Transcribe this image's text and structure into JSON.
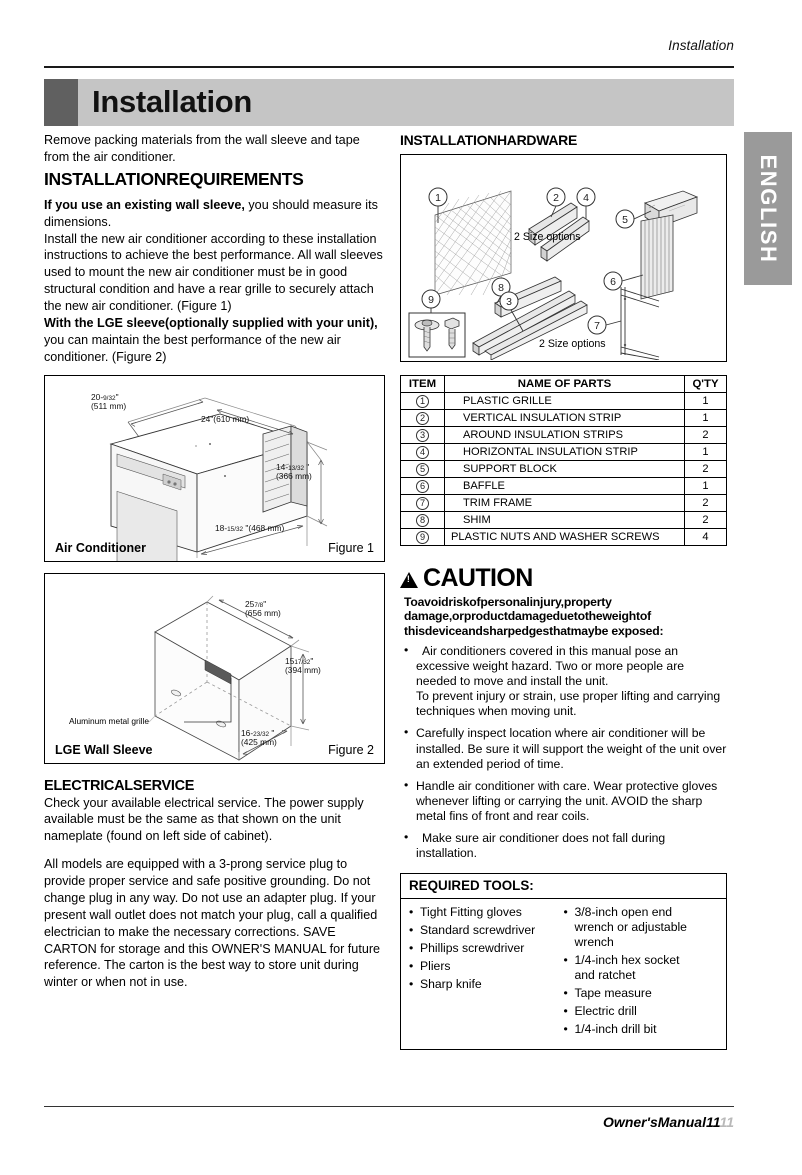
{
  "header": {
    "running_title": "Installation",
    "chapter_title": "Installation"
  },
  "side_tab": {
    "label": "ENGLISH"
  },
  "footer": {
    "text": "Owner'sManual11",
    "ghost": "11"
  },
  "left_column": {
    "intro": "Remove packing materials from the wall sleeve and tape from the air conditioner.",
    "requirements_heading": "INSTALLATIONREQUIREMENTS",
    "req_p1_bold": "If you use an existing wall sleeve,",
    "req_p1_rest": " you should measure its dimensions.",
    "req_p2": "Install the new air conditioner according to these installation instructions to achieve the best performance. All wall sleeves used to mount the new air conditioner must be in good structural condition and have a rear grille to securely attach  the new air conditioner. (Figure 1)",
    "req_p3_bold": "With the LGE sleeve(optionally supplied with your unit),",
    "req_p3_rest": " you can maintain the best performance of the new air conditioner. (Figure 2)",
    "electrical_heading": "ELECTRICALSERVICE",
    "electrical_p1": "Check your available electrical service. The power supply available must be the same as that shown on the unit nameplate (found on left side of cabinet).",
    "electrical_p2": "All models are equipped with a 3-prong service plug to provide proper service and safe positive grounding. Do not change plug in any way. Do not use an adapter plug. If your present wall outlet does not match your plug, call a qualified electrician to make the necessary corrections. SAVE CARTON for storage and this OWNER'S MANUAL for future reference. The carton is the best way to store unit during winter or when not in use."
  },
  "figure1": {
    "caption": "Air Conditioner",
    "number": "Figure 1",
    "dims": {
      "width_top": {
        "imperial": "20-",
        "frac": "9/32",
        "unit": "\"",
        "metric": "(511 mm)"
      },
      "depth": {
        "imperial": "24\"(610 mm)"
      },
      "height": {
        "imperial": "14-",
        "frac": "13/32",
        "unit": " \"",
        "metric": "(366 mm)"
      },
      "front": {
        "imperial": "18-",
        "frac": "15/32",
        "unit": " \"",
        "metric": "(468 mm)"
      }
    }
  },
  "figure2": {
    "caption": "LGE Wall Sleeve",
    "number": "Figure 2",
    "callout": "Aluminum metal grille",
    "dims": {
      "width_top": {
        "imperial": "25",
        "frac": "7/8",
        "unit": "\"",
        "metric": "(656 mm)"
      },
      "height": {
        "imperial": "15",
        "frac": "17/32",
        "unit": "\"",
        "metric": "(394 mm)"
      },
      "depth": {
        "imperial": "16-",
        "frac": "23/32",
        "unit": " \"",
        "metric": "(425 mm)"
      }
    }
  },
  "right_column": {
    "hardware_heading": "INSTALLATIONHARDWARE",
    "hardware_box": {
      "size_option_label_1": "2 Size options",
      "size_option_label_2": "2 Size options",
      "callouts": [
        "1",
        "2",
        "3",
        "4",
        "5",
        "6",
        "7",
        "8",
        "9"
      ]
    },
    "parts_table": {
      "headers": [
        "ITEM",
        "NAME OF PARTS",
        "Q'TY"
      ],
      "rows": [
        {
          "item": "1",
          "name": "PLASTIC GRILLE",
          "qty": "1"
        },
        {
          "item": "2",
          "name": "VERTICAL INSULATION STRIP",
          "qty": "1"
        },
        {
          "item": "3",
          "name": "AROUND INSULATION STRIPS",
          "qty": "2"
        },
        {
          "item": "4",
          "name": "HORIZONTAL INSULATION STRIP",
          "qty": "1"
        },
        {
          "item": "5",
          "name": "SUPPORT BLOCK",
          "qty": "2"
        },
        {
          "item": "6",
          "name": "BAFFLE",
          "qty": "1"
        },
        {
          "item": "7",
          "name": "TRIM FRAME",
          "qty": "2"
        },
        {
          "item": "8",
          "name": "SHIM",
          "qty": "2"
        },
        {
          "item": "9",
          "name": "PLASTIC NUTS AND WASHER SCREWS",
          "qty": "4"
        }
      ]
    },
    "caution": {
      "word": "CAUTION",
      "lead": "Toavoidriskofpersonalinjury,property damage,orproductdamageduetotheweightof thisdeviceandsharpedgesthatmaybe exposed:",
      "items": [
        {
          "main": "Air conditioners covered in this manual pose an excessive weight hazard. Two or more people are needed to move and install the unit.",
          "extra": "To prevent injury or strain, use proper lifting and carrying techniques when moving unit."
        },
        {
          "main": "Carefully inspect location where air conditioner will be installed. Be sure it will support the weight of the unit over an extended period of time.",
          "extra": ""
        },
        {
          "main": "Handle air conditioner with care. Wear protective gloves whenever lifting or carrying the unit. AVOID the sharp metal fins of front and rear coils.",
          "extra": ""
        },
        {
          "main": "Make sure air conditioner does not fall during installation.",
          "extra": ""
        }
      ]
    },
    "tools": {
      "heading": "REQUIRED TOOLS:",
      "col1": [
        {
          "text": "Tight Fitting gloves",
          "cont": ""
        },
        {
          "text": "Standard screwdriver",
          "cont": ""
        },
        {
          "text": "Phillips screwdriver",
          "cont": ""
        },
        {
          "text": "Pliers",
          "cont": ""
        },
        {
          "text": "Sharp knife",
          "cont": ""
        }
      ],
      "col2": [
        {
          "text": "3/8-inch open end",
          "cont": "wrench or adjustable wrench"
        },
        {
          "text": "1/4-inch hex socket",
          "cont": "and ratchet"
        },
        {
          "text": "Tape measure",
          "cont": ""
        },
        {
          "text": "Electric drill",
          "cont": ""
        },
        {
          "text": "1/4-inch drill bit",
          "cont": ""
        }
      ]
    }
  }
}
